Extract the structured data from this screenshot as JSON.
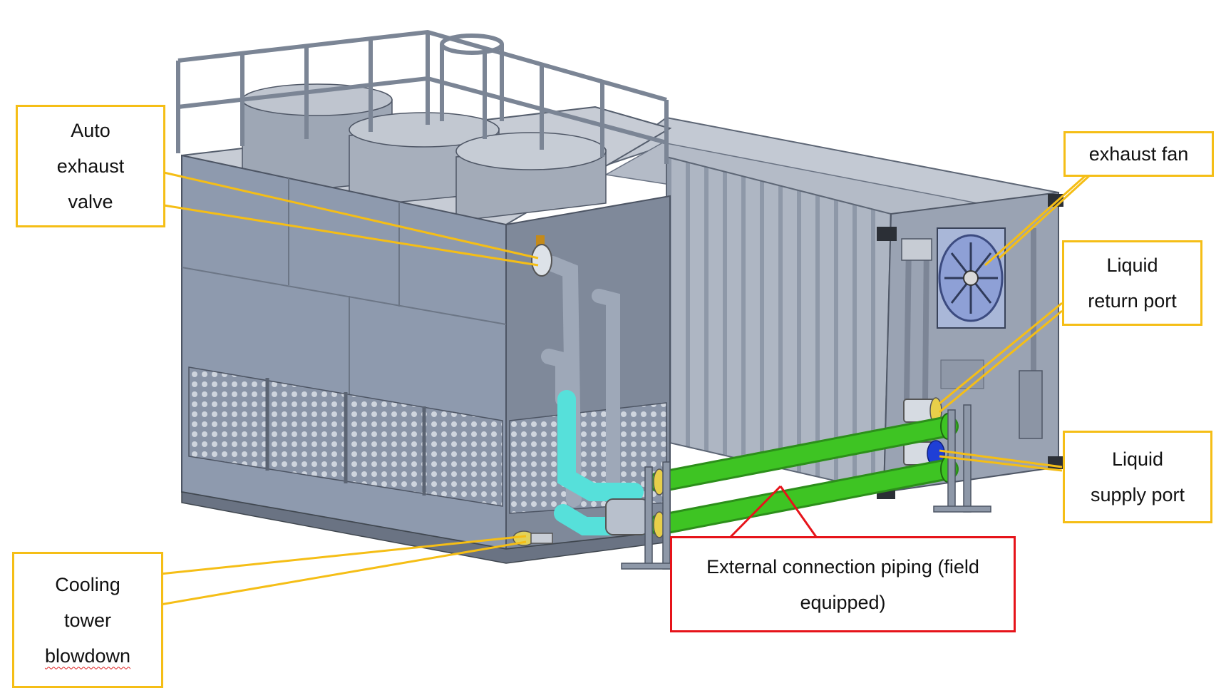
{
  "labels": {
    "auto_exhaust_valve": [
      "Auto",
      "exhaust",
      "valve"
    ],
    "exhaust_fan": [
      "exhaust fan"
    ],
    "liquid_return_port": [
      "Liquid",
      "return port"
    ],
    "liquid_supply_port": [
      "Liquid",
      "supply port"
    ],
    "cooling_tower_blowdown": [
      "Cooling",
      "tower",
      "blowdown"
    ],
    "external_piping": [
      "External connection piping (field",
      "equipped)"
    ]
  },
  "colors": {
    "callout_yellow": "#f5be16",
    "callout_red": "#e6131a",
    "tower_gray": "#8e9aae",
    "container_gray": "#a6afbd",
    "pipe_green": "#3ec423",
    "pipe_cyan": "#56e0da",
    "flange_blue": "#1f3fd6"
  }
}
